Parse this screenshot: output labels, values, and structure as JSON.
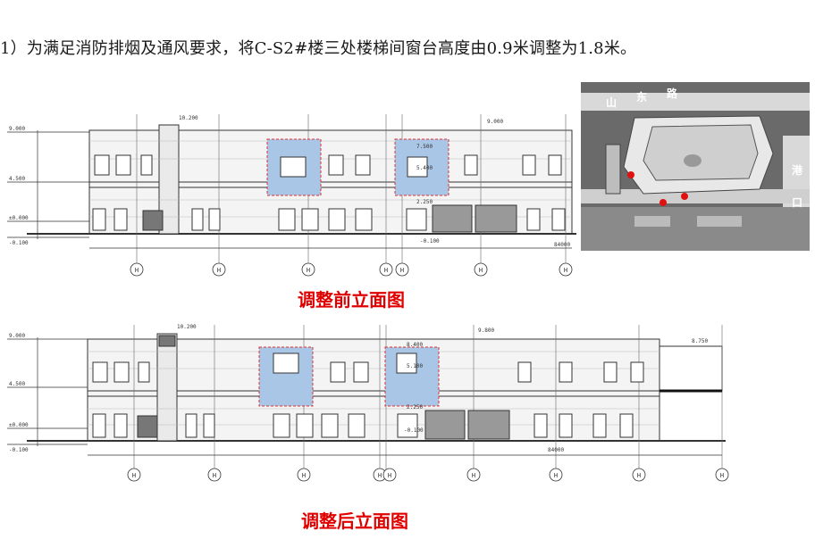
{
  "heading": {
    "text": "1）为满足消防排烟及通风要求，将C-S2#楼三处楼梯间窗台高度由0.9米调整为1.8米。"
  },
  "elevation_before": {
    "caption": "调整前立面图",
    "level_marks": [
      "9.000",
      "4.500",
      "±0.000",
      "-0.100"
    ],
    "top_marks": [
      "10.200",
      "9.000"
    ],
    "box_labels": [
      "7.500",
      "5.400",
      "2.250"
    ],
    "ground_label": "-0.100",
    "overall_dim": "84000",
    "axis_label": "H"
  },
  "elevation_after": {
    "caption": "调整后立面图",
    "level_marks": [
      "9.000",
      "4.500",
      "±0.000",
      "-0.100"
    ],
    "top_marks": [
      "10.200",
      "9.800",
      "8.750"
    ],
    "box_labels": [
      "8.400",
      "5.100",
      "2.250"
    ],
    "ground_label": "-0.100",
    "overall_dim": "84000",
    "axis_label": "H"
  },
  "site_map": {
    "road_labels": [
      "山",
      "东",
      "路",
      "港",
      "口"
    ]
  },
  "colors": {
    "highlight_fill": "#a9c6e6",
    "highlight_stroke": "#e03030",
    "caption": "#e00000",
    "marker": "#e01010"
  }
}
